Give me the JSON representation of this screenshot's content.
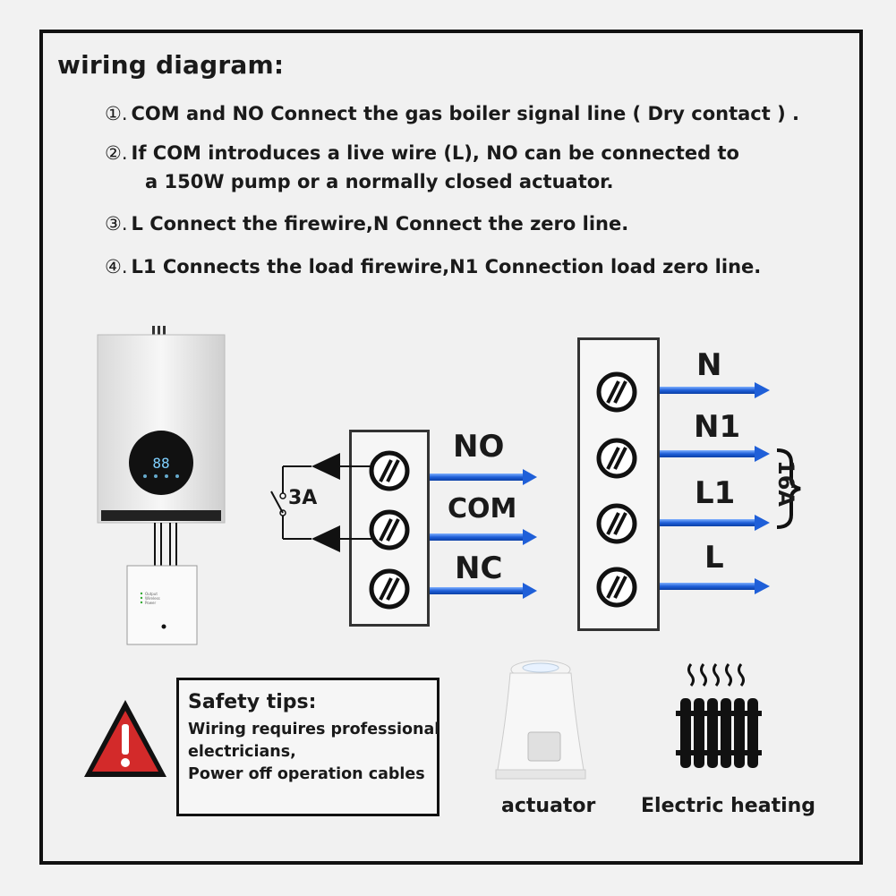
{
  "title": "wiring diagram:",
  "steps": [
    {
      "num": "①.",
      "text": "COM and NO Connect the gas boiler signal line ( Dry contact ) ."
    },
    {
      "num": "②.",
      "text": "If COM introduces a live wire (L), NO can be connected to",
      "text2": "a 150W pump or a normally closed actuator."
    },
    {
      "num": "③.",
      "text": "L Connect the firewire,N Connect the zero line."
    },
    {
      "num": "④.",
      "text": "L1 Connects the load firewire,N1 Connection load zero line."
    }
  ],
  "left_terminal": {
    "labels": [
      "NO",
      "COM",
      "NC"
    ],
    "switch_rating": "3A"
  },
  "right_terminal": {
    "labels": [
      "N",
      "N1",
      "L1",
      "L"
    ],
    "load_rating": "16A"
  },
  "boiler": {
    "display": "88",
    "thermostat_leds": [
      "Output",
      "Wireless",
      "Power"
    ]
  },
  "safety": {
    "title": "Safety tips:",
    "lines": [
      "Wiring requires professional",
      "electricians,",
      "Power off operation cables"
    ]
  },
  "captions": {
    "actuator": "actuator",
    "heating": "Electric heating"
  },
  "colors": {
    "wire_blue": "#1f5fd8",
    "warning_red": "#d32a2a",
    "frame": "#111111"
  }
}
